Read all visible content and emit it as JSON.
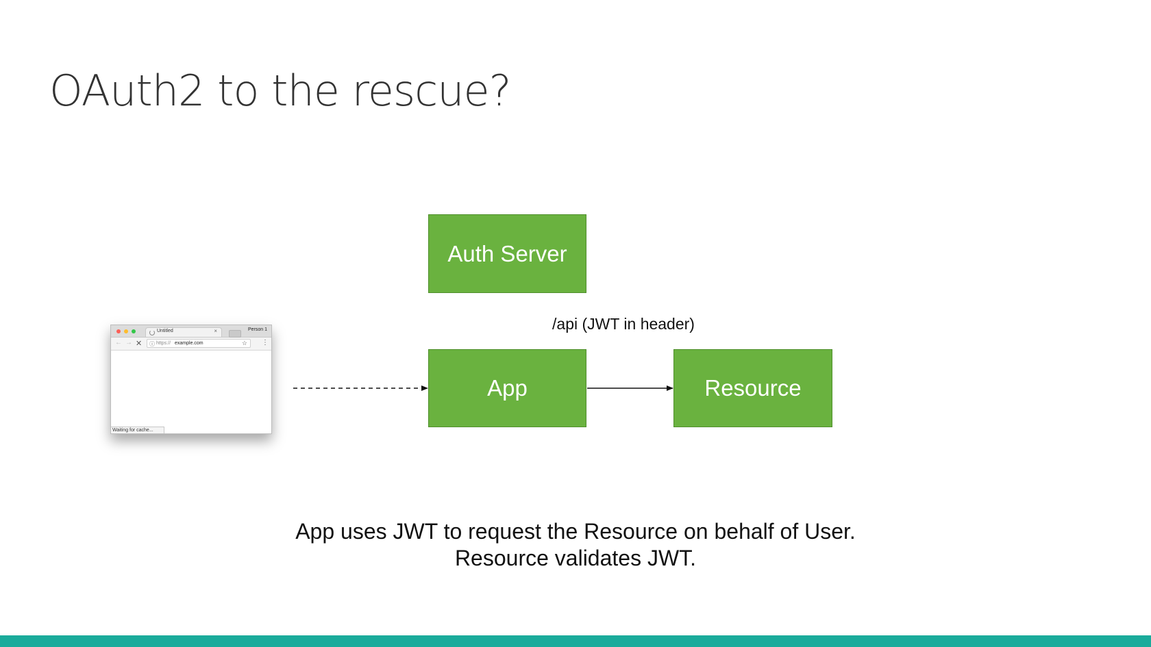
{
  "slide": {
    "title": "OAuth2 to the rescue?",
    "caption_line1": "App uses JWT to request the Resource on behalf of User.",
    "caption_line2": "Resource validates JWT."
  },
  "diagram": {
    "nodes": {
      "auth_server": "Auth Server",
      "app": "App",
      "resource": "Resource"
    },
    "edge_label": "/api (JWT in header)",
    "node_color": "#6ab23f",
    "footer_color": "#1aab9b"
  },
  "browser": {
    "tab_title": "Untitled",
    "tab_close": "×",
    "profile": "Person 1",
    "url_prefix": "https://",
    "url_host": "example.com",
    "status": "Waiting for cache...",
    "back_icon": "←",
    "forward_icon": "→",
    "stop_icon": "✕",
    "info_icon": "ⓘ",
    "star_icon": "☆",
    "menu_icon": "⋮"
  }
}
